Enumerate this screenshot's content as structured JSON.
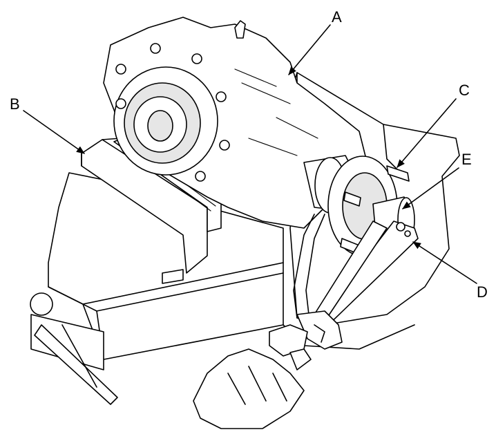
{
  "callouts": {
    "a": "A",
    "b": "B",
    "c": "C",
    "d": "D",
    "e": "E"
  },
  "colors": {
    "line": "#000000",
    "background": "#ffffff",
    "shade": "#e6e6e6"
  }
}
